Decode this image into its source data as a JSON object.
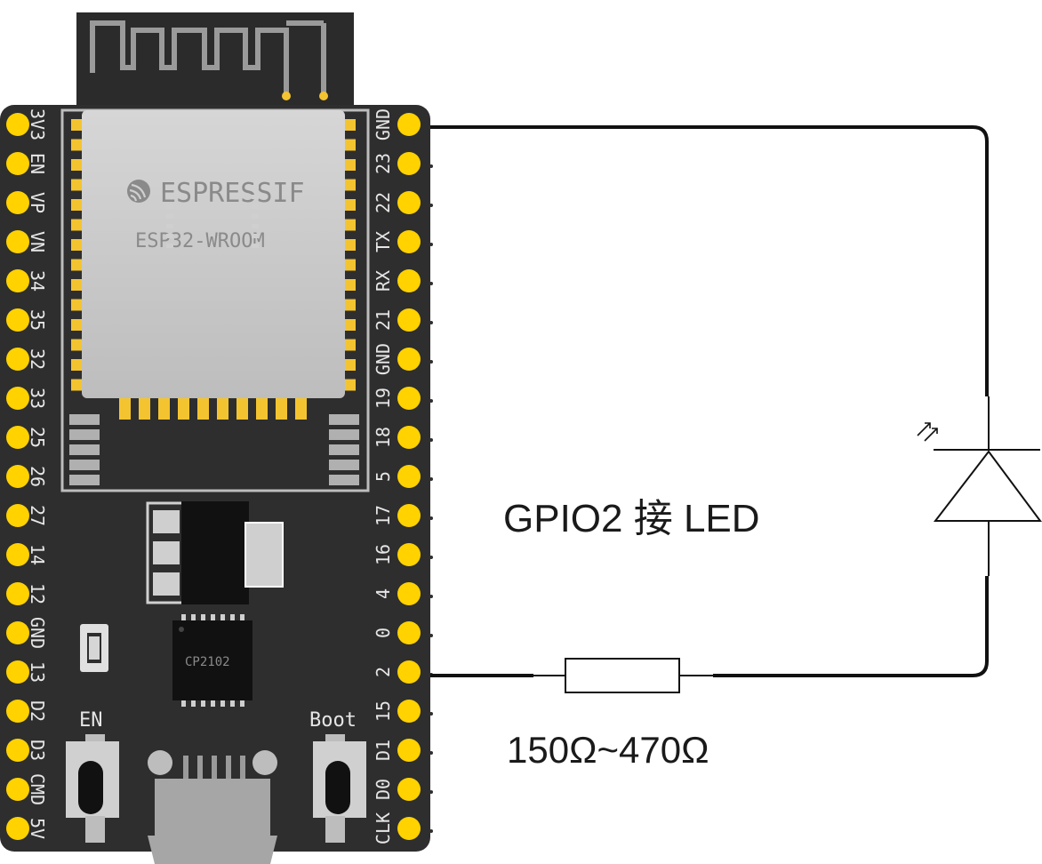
{
  "board": {
    "brand": "ESPRESSIF",
    "module": "ESP32-WROOM",
    "usb_chip": "CP2102",
    "en_label": "EN",
    "boot_label": "Boot"
  },
  "pins": {
    "left": [
      "3V3",
      "EN",
      "VP",
      "VN",
      "34",
      "35",
      "32",
      "33",
      "25",
      "26",
      "27",
      "14",
      "12",
      "GND",
      "13",
      "D2",
      "D3",
      "CMD",
      "5V"
    ],
    "right": [
      "GND",
      "23",
      "22",
      "TX",
      "RX",
      "21",
      "GND",
      "19",
      "18",
      "5",
      "17",
      "16",
      "4",
      "0",
      "2",
      "15",
      "D1",
      "D0",
      "CLK"
    ]
  },
  "circuit": {
    "caption": "GPIO2 接 LED",
    "resistor_label": "150Ω~470Ω"
  },
  "colors": {
    "board": "#2e2e2e",
    "pin": "#ffd200",
    "pad": "#f4c430",
    "module": "#c8c8c8",
    "wire": "#111111"
  }
}
